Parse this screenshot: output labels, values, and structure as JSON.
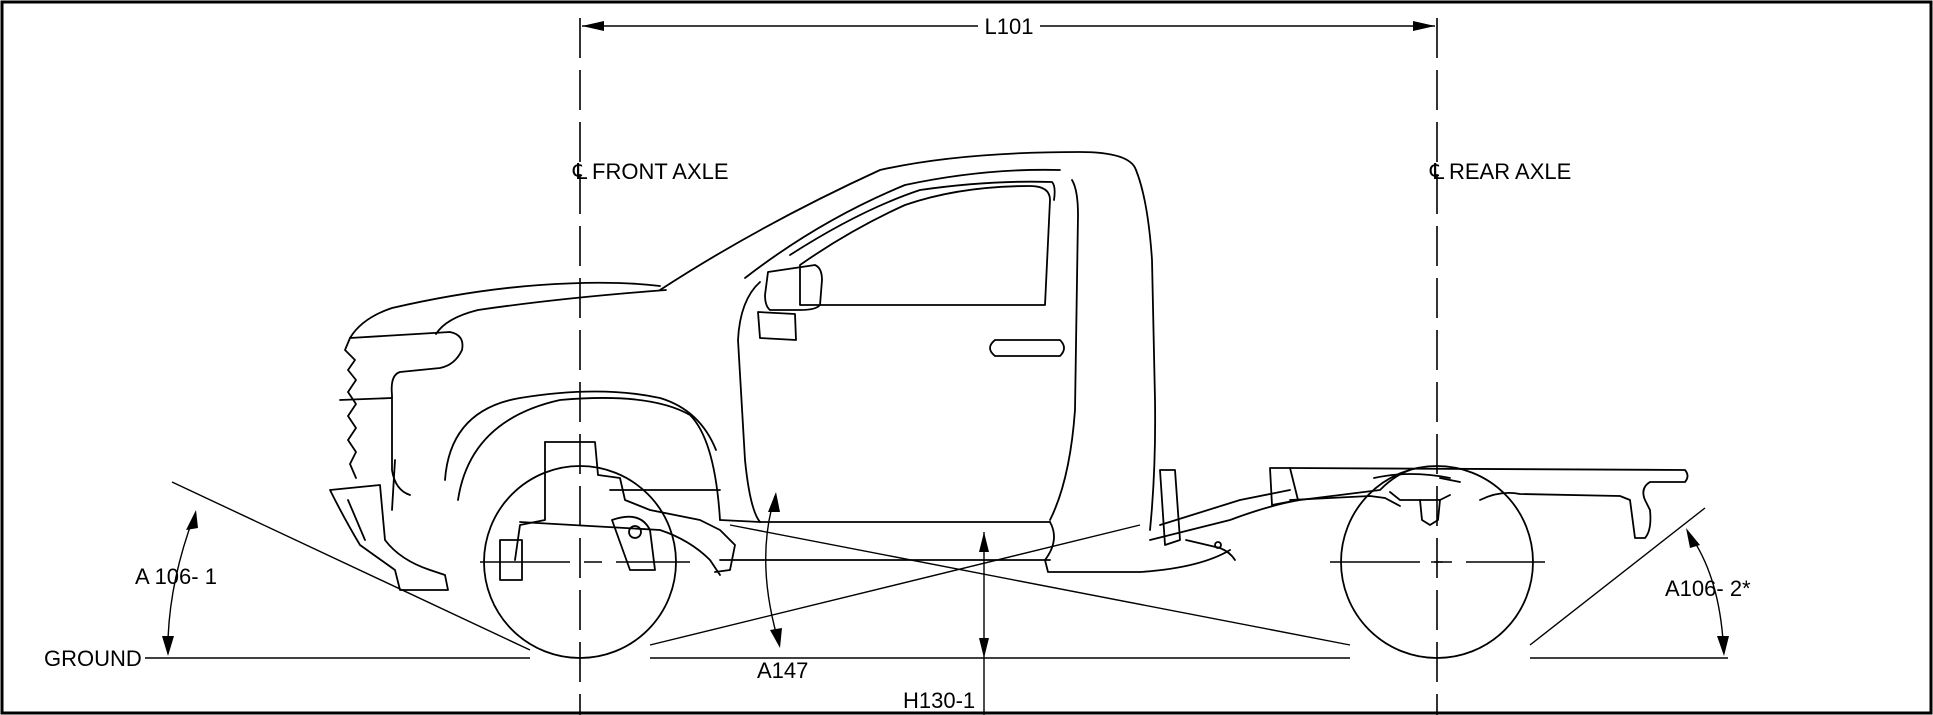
{
  "labels": {
    "wheelbase": "L101",
    "front_axle": "FRONT AXLE",
    "rear_axle": "REAR AXLE",
    "centerline_symbol": "℄",
    "approach_angle": "A 106- 1",
    "departure_angle": "A106- 2*",
    "ground": "GROUND",
    "breakover_angle": "A147",
    "ground_clearance": "H130-1"
  }
}
